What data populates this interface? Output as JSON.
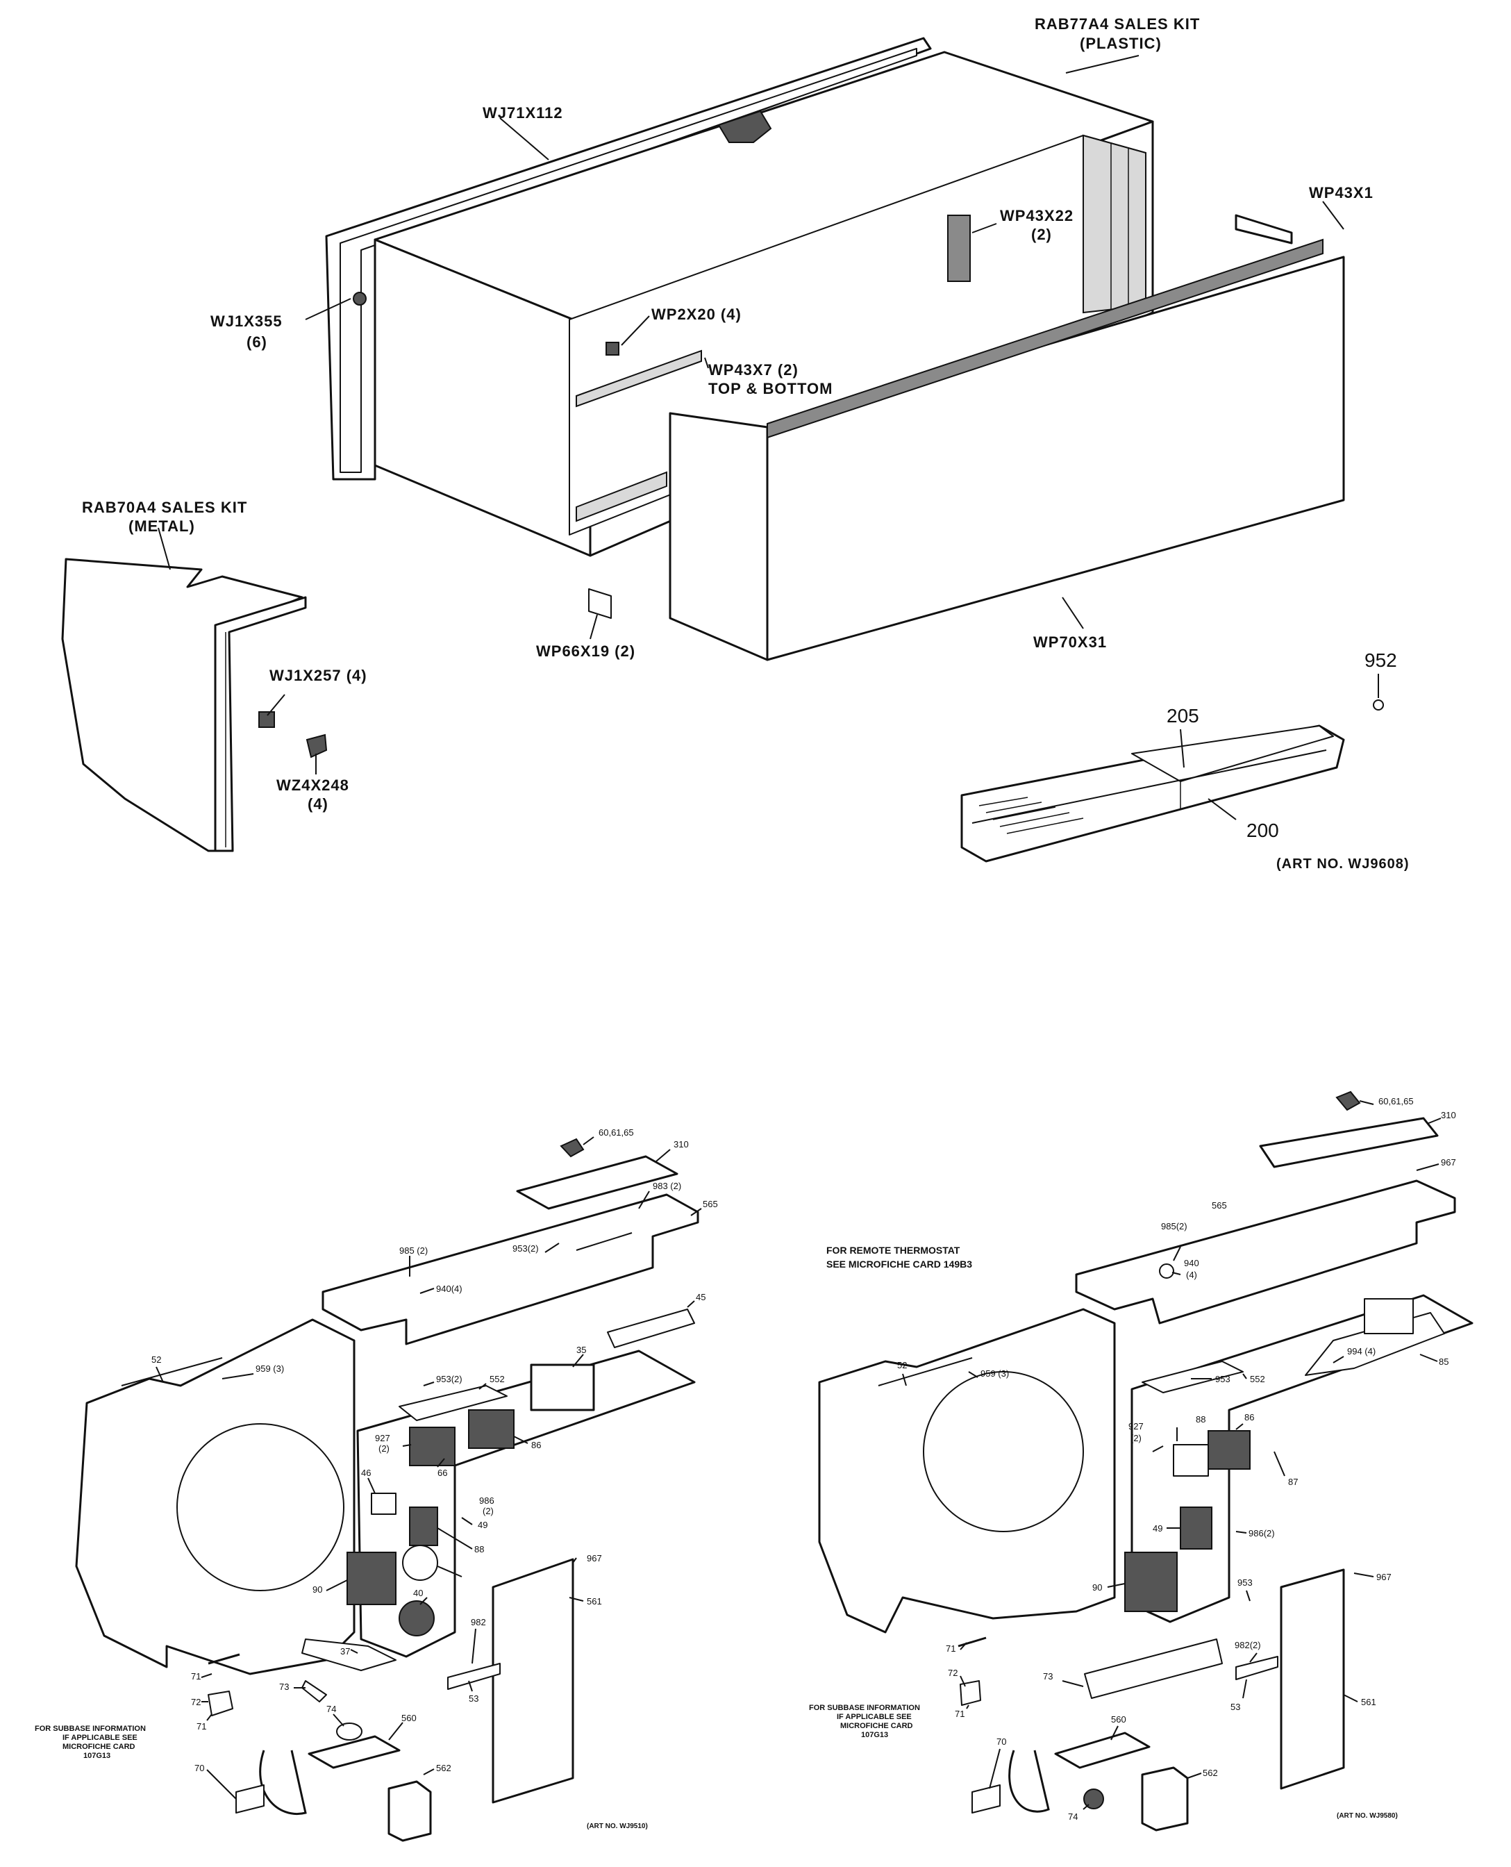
{
  "top_diagram": {
    "labels": {
      "sales_kit_plastic": "RAB77A4 SALES KIT",
      "sales_kit_plastic_sub": "(PLASTIC)",
      "wj71x112": "WJ71X112",
      "wp43x1": "WP43X1",
      "wp43x22": "WP43X22",
      "wp43x22_qty": "(2)",
      "wj1x355": "WJ1X355",
      "wj1x355_qty": "(6)",
      "wp2x20": "WP2X20 (4)",
      "wp43x7": "WP43X7 (2)",
      "wp43x7_sub": "TOP & BOTTOM",
      "sales_kit_metal": "RAB70A4 SALES KIT",
      "sales_kit_metal_sub": "(METAL)",
      "wp66x19": "WP66X19 (2)",
      "wp70x31": "WP70X31",
      "wj1x257": "WJ1X257 (4)",
      "wz4x248": "WZ4X248",
      "wz4x248_qty": "(4)",
      "p952": "952",
      "p205": "205",
      "p200": "200",
      "art_no": "(ART NO. WJ9608)"
    }
  },
  "left_diagram": {
    "labels": {
      "p60": "60,61,65",
      "p310": "310",
      "p983": "983 (2)",
      "p565": "565",
      "p985": "985 (2)",
      "p953": "953(2)",
      "p940": "940(4)",
      "p45": "45",
      "p52": "52",
      "p959": "959 (3)",
      "p35": "35",
      "p953b": "953(2)",
      "p552": "552",
      "p927": "927",
      "p927_qty": "(2)",
      "p86": "86",
      "p66": "66",
      "p46": "46",
      "p986": "986",
      "p986_qty": "(2)",
      "p49": "49",
      "p88": "88",
      "p90": "90",
      "p40": "40",
      "p967": "967",
      "p561": "561",
      "p982": "982",
      "p37": "37",
      "p53": "53",
      "p73": "73",
      "p71a": "71",
      "p72": "72",
      "p71b": "71",
      "p74": "74",
      "p560": "560",
      "p70": "70",
      "p562": "562",
      "subbase_note": [
        "FOR SUBBASE INFORMATION",
        "IF APPLICABLE SEE",
        "MICROFICHE CARD",
        "107G13"
      ],
      "art_no": "(ART NO. WJ9510)"
    }
  },
  "right_diagram": {
    "labels": {
      "p60": "60,61,65",
      "p310": "310",
      "p967a": "967",
      "p565": "565",
      "p985": "985(2)",
      "p940": "940",
      "p940_qty": "(4)",
      "remote_note": [
        "FOR REMOTE THERMOSTAT",
        "SEE MICROFICHE CARD 149B3"
      ],
      "p52": "52",
      "p959": "959 (3)",
      "p953": "953",
      "p552": "552",
      "p994": "994 (4)",
      "p85": "85",
      "p927": "927",
      "p927_qty": "(2)",
      "p88": "88",
      "p86": "86",
      "p87": "87",
      "p49": "49",
      "p986": "986(2)",
      "p967b": "967",
      "p90": "90",
      "p953b": "953",
      "p71a": "71",
      "p72": "72",
      "p71b": "71",
      "p982": "982(2)",
      "p73": "73",
      "p53": "53",
      "p561": "561",
      "p560": "560",
      "p70": "70",
      "p74": "74",
      "p562": "562",
      "subbase_note": [
        "FOR SUBBASE INFORMATION",
        "IF APPLICABLE SEE",
        "MICROFICHE CARD",
        "107G13"
      ],
      "art_no": "(ART NO. WJ9580)"
    }
  }
}
